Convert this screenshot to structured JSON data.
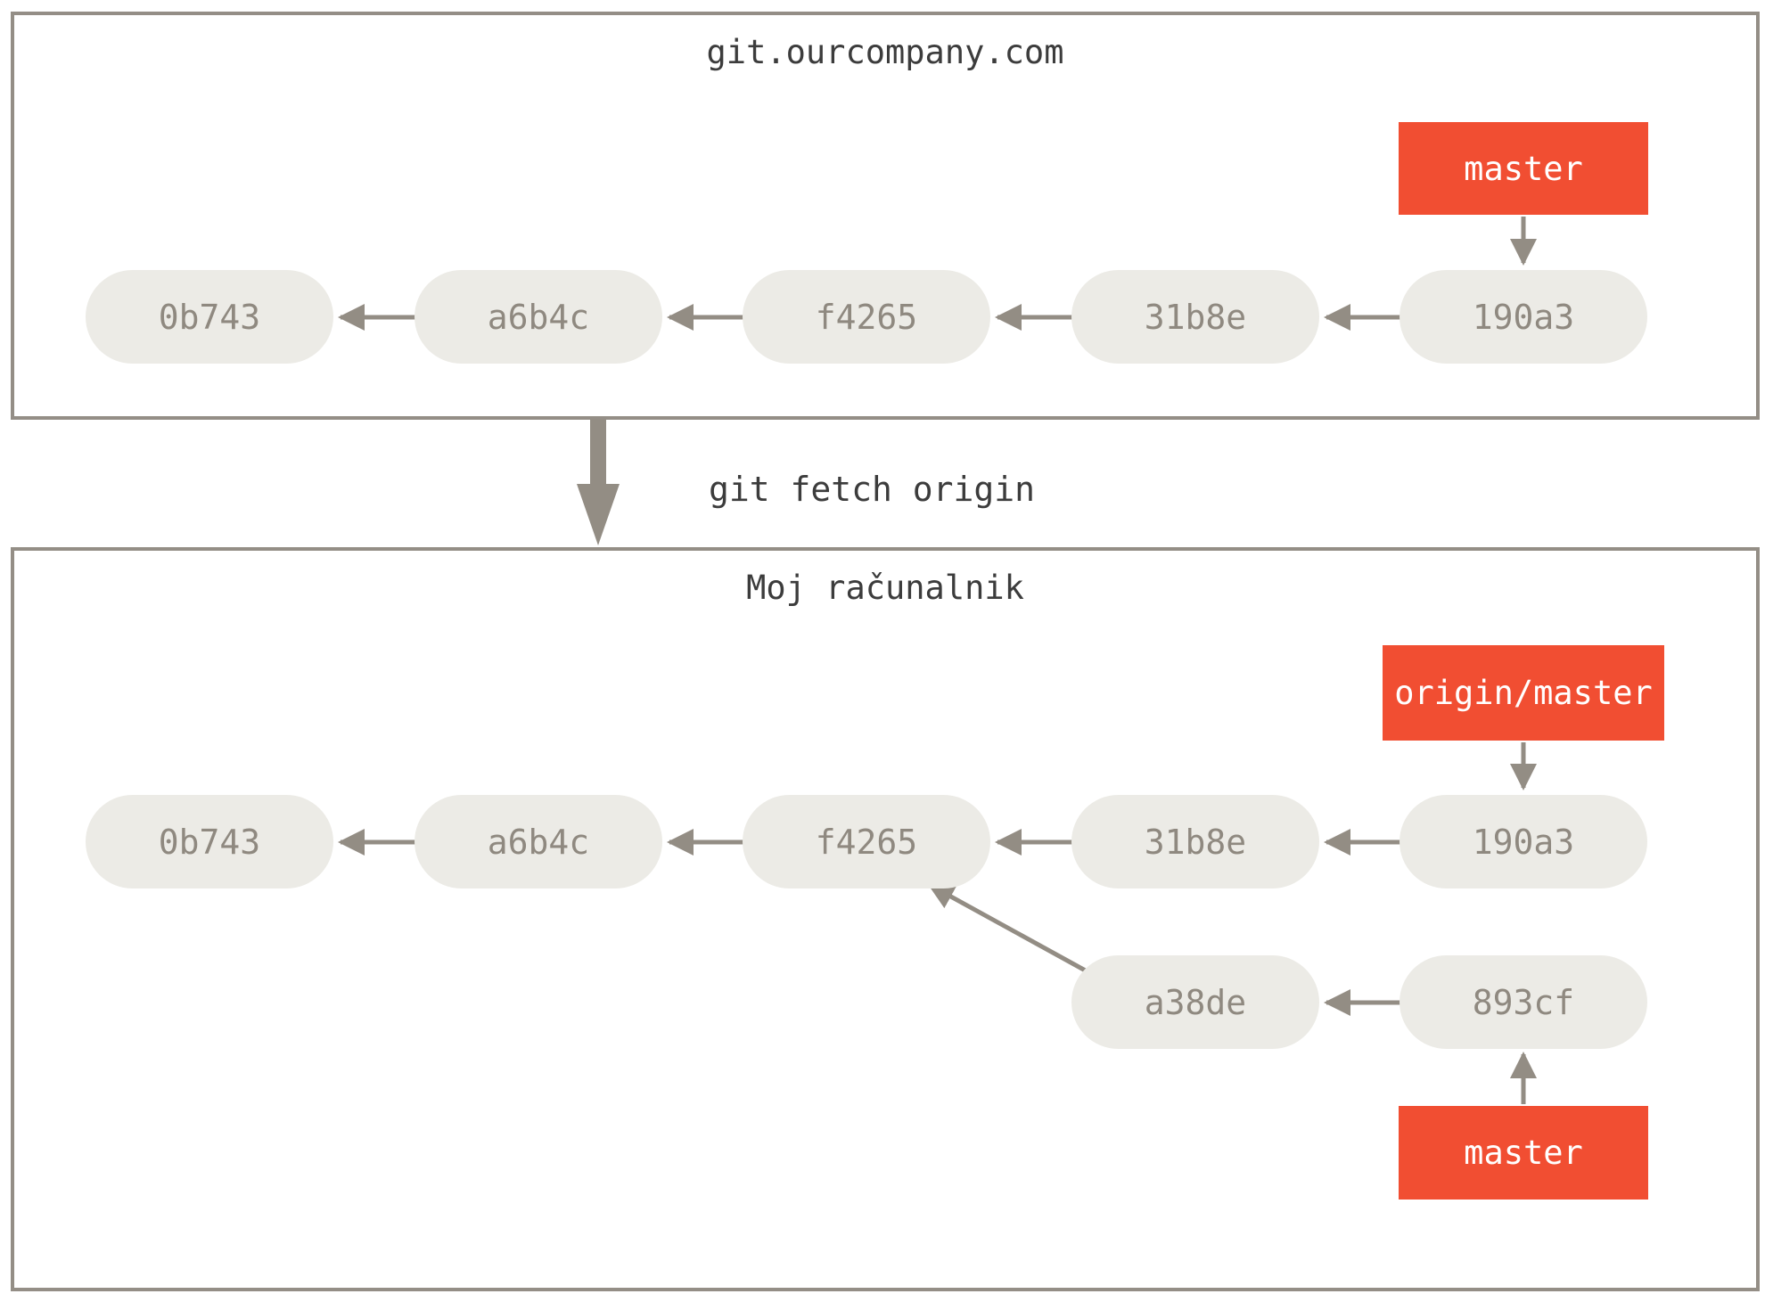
{
  "remote": {
    "title": "git.ourcompany.com",
    "ref_label": "master",
    "commits": [
      "0b743",
      "a6b4c",
      "f4265",
      "31b8e",
      "190a3"
    ]
  },
  "transfer": {
    "label": "git fetch origin"
  },
  "local": {
    "title": "Moj računalnik",
    "remote_ref_label": "origin/master",
    "ref_label": "master",
    "commits": [
      "0b743",
      "a6b4c",
      "f4265",
      "31b8e",
      "190a3"
    ],
    "branch_commits": [
      "a38de",
      "893cf"
    ]
  },
  "colors": {
    "ref_background": "#f14e32",
    "ref_text": "#ffffff",
    "commit_background": "#ecebe6",
    "commit_text": "#8f8980",
    "arrow": "#938d84",
    "box_border": "#948e86",
    "title_text": "#3c3c3c",
    "page_background": "#ffffff"
  }
}
